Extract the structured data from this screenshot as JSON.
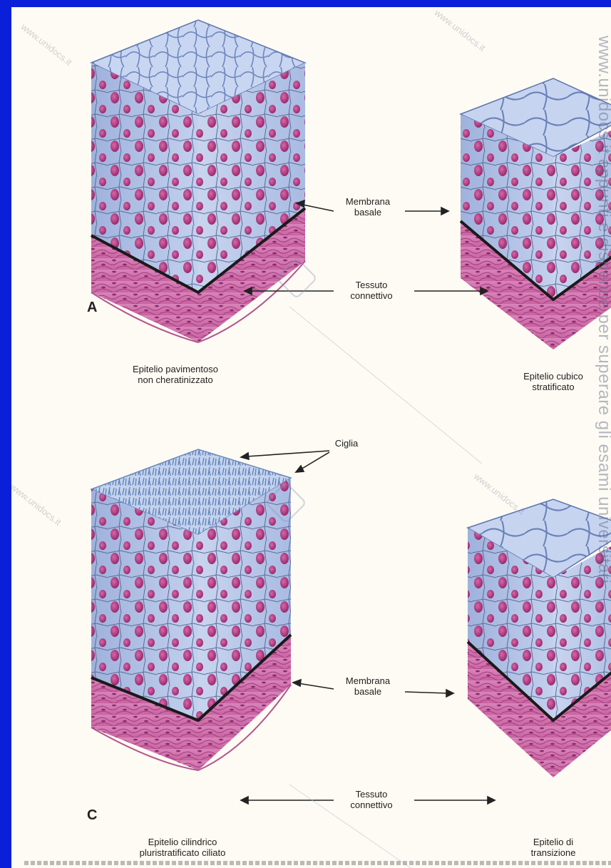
{
  "labels": {
    "membrane_top": "Membrana\nbasale",
    "connective_top": "Tessuto\nconnettivo",
    "membrane_bottom": "Membrana\nbasale",
    "connective_bottom": "Tessuto\nconnettivo",
    "cilia": "Ciglia",
    "letter_a": "A",
    "letter_c": "C"
  },
  "captions": {
    "a": "Epitelio pavimentoso\nnon cheratinizzato",
    "b": "Epitelio cubico\nstratificato",
    "c": "Epitelio cilindrico\npluristratificato ciliato",
    "d": "Epitelio di\ntransizione"
  },
  "watermarks": {
    "diag": "www.unidocs.it",
    "vertical": "www.unidocs.it appunti e dispense per superare gli esami universitari"
  },
  "colors": {
    "background": "#0a1fd8",
    "epithelium": "#b9c8e8",
    "nucleus": "#b0307a",
    "connective": "#d57fb2",
    "membrane": "#1a1a1a"
  }
}
